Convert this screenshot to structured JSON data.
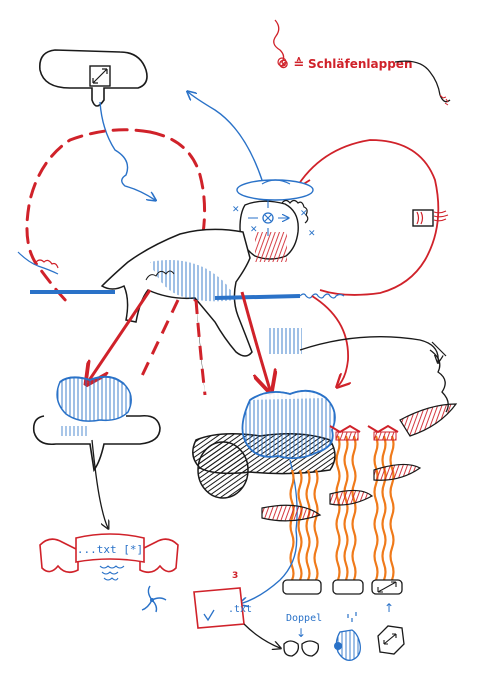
{
  "labels": {
    "legend_symbol": "⊗ ≙",
    "legend_word": "Schläfenlappen",
    "banner_text": "...txt [*]",
    "page_text": ".txt",
    "page_number": "3",
    "doppel": "Doppel",
    "arrow_up_glyph": "↑",
    "arrow_down_glyph": "↓"
  },
  "colors": {
    "ink_black": "#1a1a1a",
    "ink_red": "#d0222a",
    "ink_blue": "#2a72c8",
    "ink_orange": "#f07a1a"
  }
}
